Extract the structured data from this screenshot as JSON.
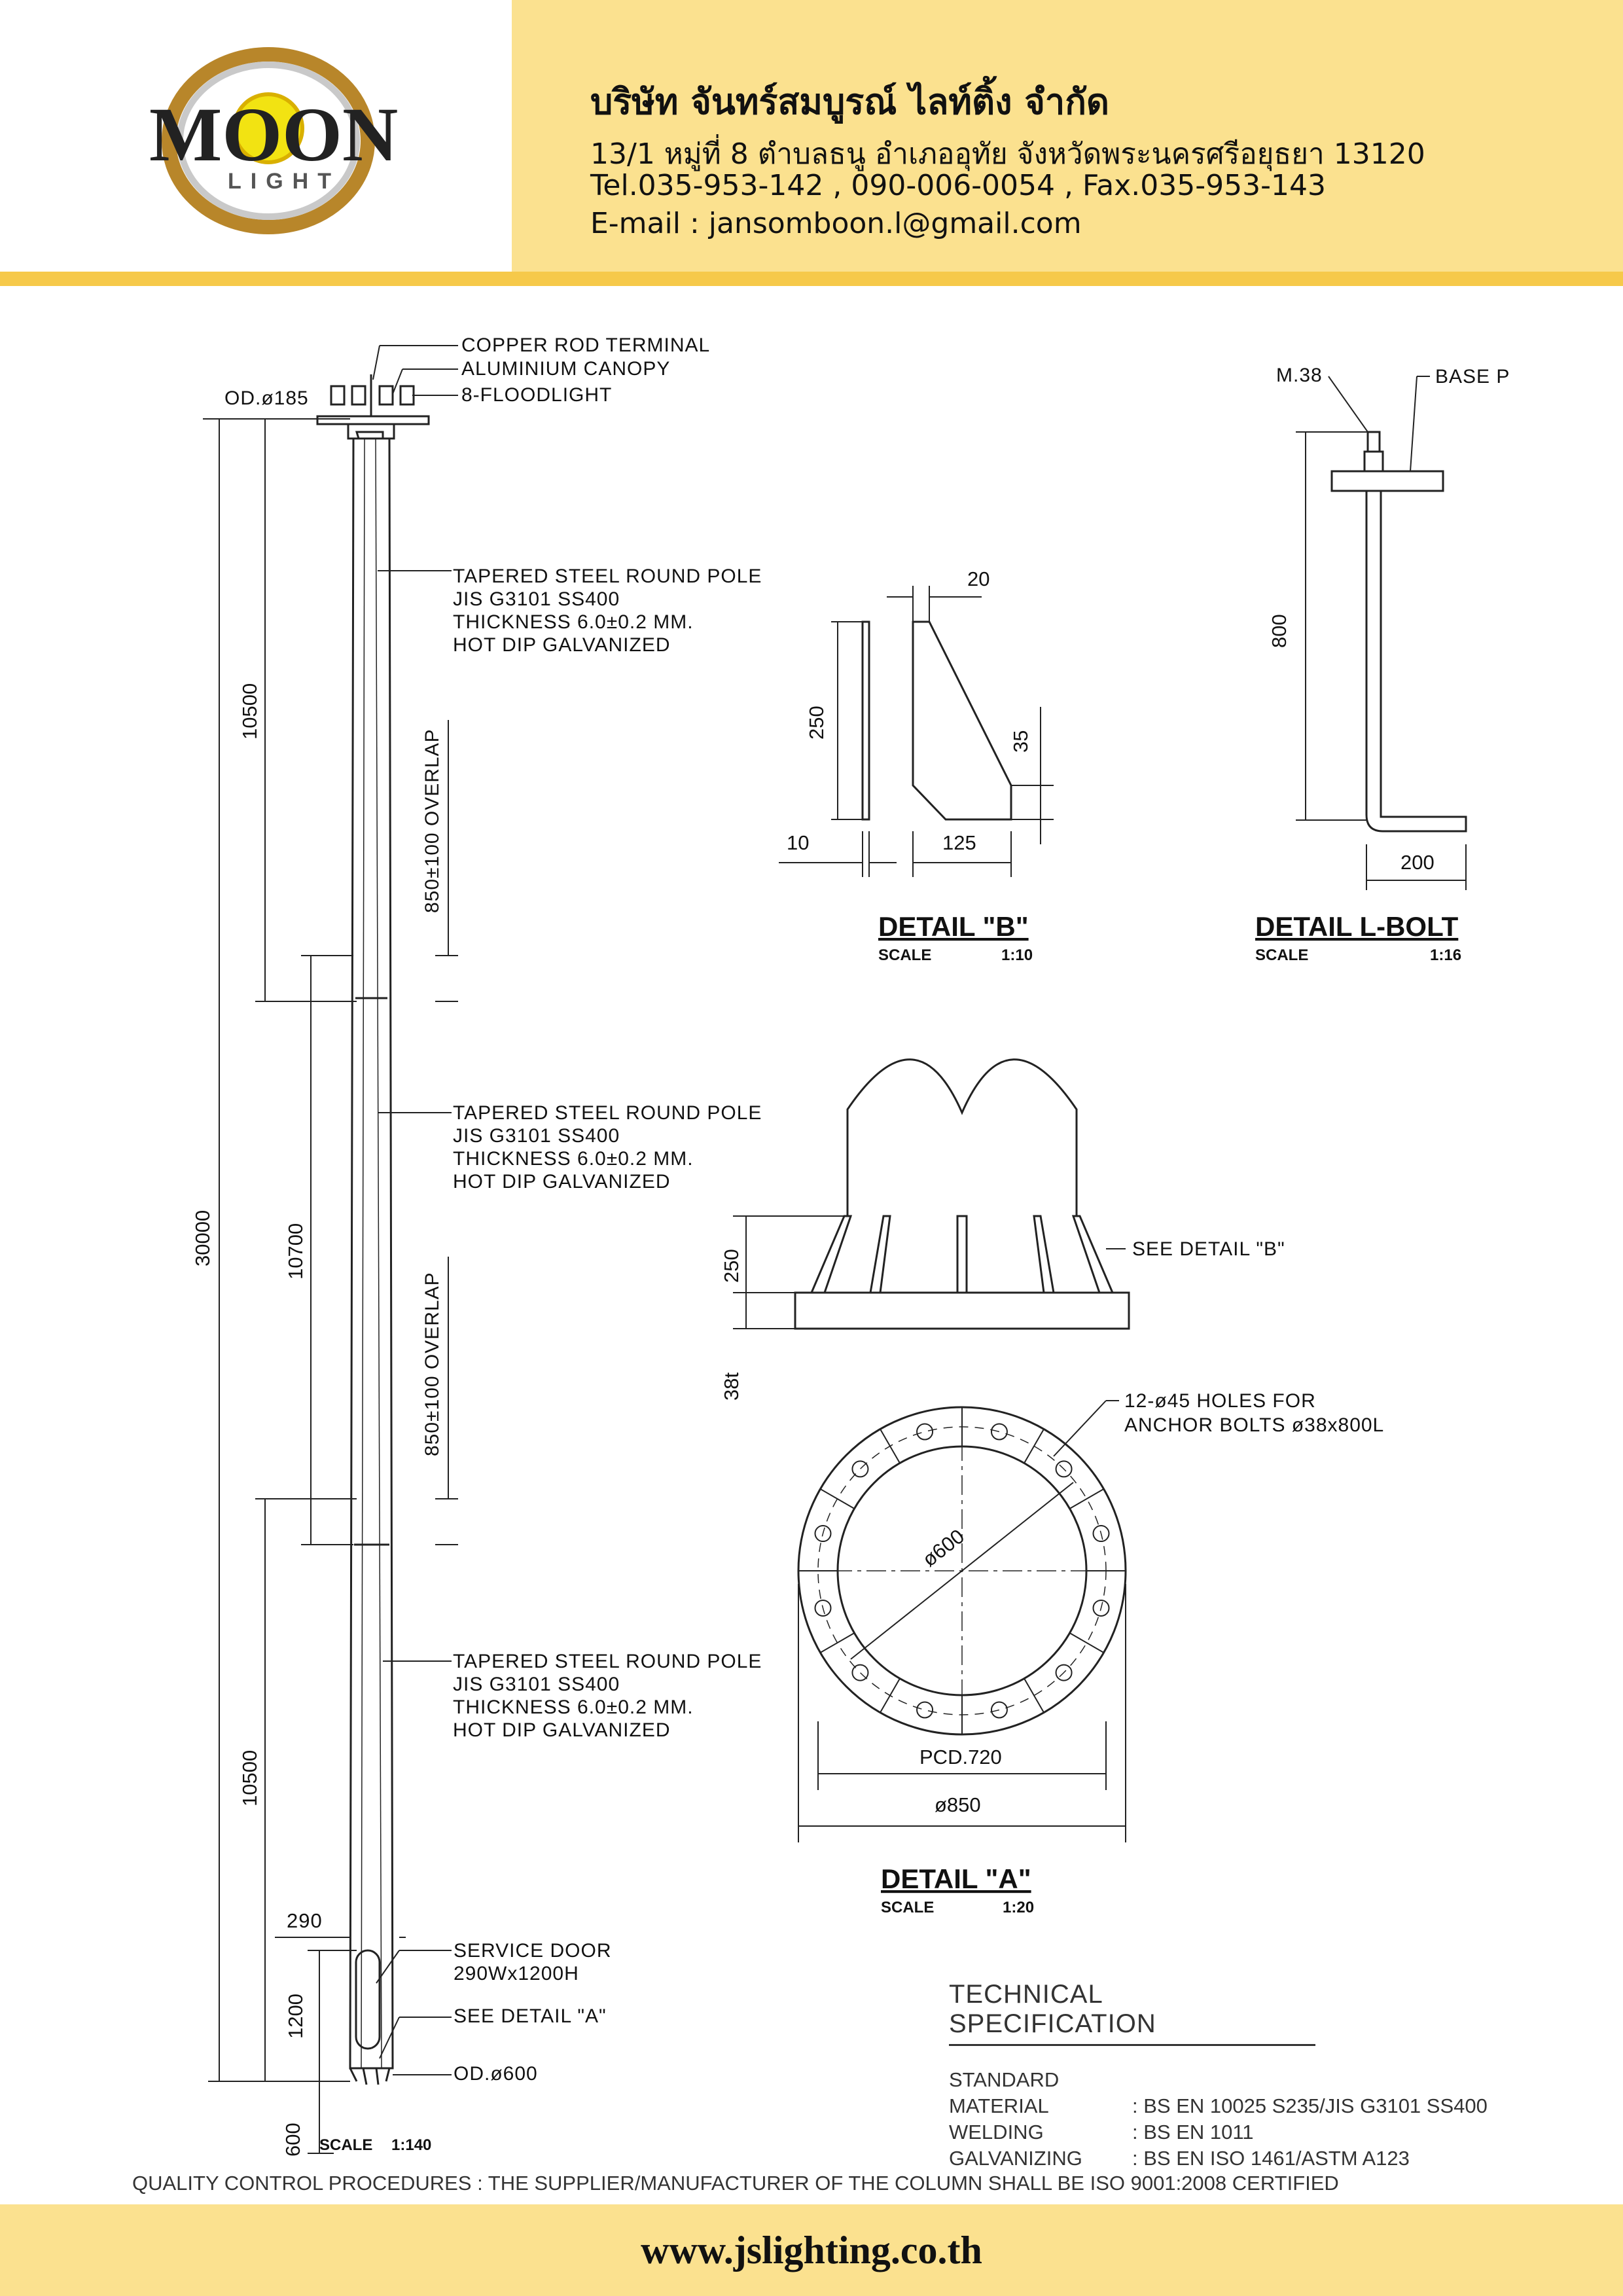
{
  "header": {
    "logo_text_main": "MOON",
    "logo_text_sub": "LIGHT",
    "company_name": "บริษัท จันทร์สมบูรณ์ ไลท์ติ้ง จำกัด",
    "address": "13/1 หมู่ที่ 8 ตำบลธนู อำเภออุทัย จังหวัดพระนครศรีอยุธยา 13120",
    "phone": "Tel.035-953-142 , 090-006-0054 , Fax.035-953-143",
    "email": "E-mail : jansomboon.l@gmail.com"
  },
  "pole": {
    "top_labels": [
      "COPPER ROD TERMINAL",
      "ALUMINIUM CANOPY",
      "8-FLOODLIGHT"
    ],
    "top_od": "OD.ø185",
    "section_note": [
      "TAPERED STEEL ROUND POLE",
      "JIS G3101 SS400",
      "THICKNESS 6.0±0.2 MM.",
      "HOT DIP GALVANIZED"
    ],
    "overlap": "850±100 OVERLAP",
    "dim_total": "30000",
    "dim_top": "10500",
    "dim_mid": "10700",
    "dim_bottom": "10500",
    "dim_door_width": "290",
    "dim_door_height": "1200",
    "dim_foundation": "600",
    "service_door": "SERVICE DOOR",
    "service_door_size": "290Wx1200H",
    "see_detail_a": "SEE DETAIL \"A\"",
    "base_od": "OD.ø600",
    "scale_label": "SCALE",
    "scale_value": "1:140"
  },
  "detail_b": {
    "title": "DETAIL \"B\"",
    "scale_label": "SCALE",
    "scale_value": "1:10",
    "dims": {
      "width_top": "20",
      "height": "250",
      "chamfer": "35",
      "thickness": "10",
      "width": "125"
    }
  },
  "detail_lbolt": {
    "title": "DETAIL L-BOLT",
    "scale_label": "SCALE",
    "scale_value": "1:16",
    "thread": "M.38",
    "base_label": "BASE P",
    "length": "800",
    "leg": "200"
  },
  "detail_a": {
    "title": "DETAIL \"A\"",
    "scale_label": "SCALE",
    "scale_value": "1:20",
    "see_detail_b": "SEE DETAIL \"B\"",
    "rib_height": "250",
    "plate_thickness": "38t",
    "holes_note": [
      "12-ø45 HOLES FOR",
      "ANCHOR BOLTS ø38x800L"
    ],
    "inner_dia": "ø600",
    "pcd": "PCD.720",
    "outer_dia": "ø850"
  },
  "spec": {
    "title": "TECHNICAL SPECIFICATION",
    "rows": [
      {
        "key": "STANDARD",
        "value": ""
      },
      {
        "key": "MATERIAL",
        "value": ": BS EN 10025 S235/JIS G3101 SS400"
      },
      {
        "key": "WELDING",
        "value": ": BS EN 1011"
      },
      {
        "key": "GALVANIZING",
        "value": ": BS EN ISO 1461/ASTM A123"
      }
    ]
  },
  "quality": "QUALITY CONTROL PROCEDURES :   THE SUPPLIER/MANUFACTURER OF THE COLUMN SHALL BE ISO 9001:2008 CERTIFIED",
  "footer": {
    "url": "www.jslighting.co.th"
  },
  "colors": {
    "header_yellow": "#fbe18f",
    "stripe": "#f6c94a",
    "ink": "#111111"
  }
}
